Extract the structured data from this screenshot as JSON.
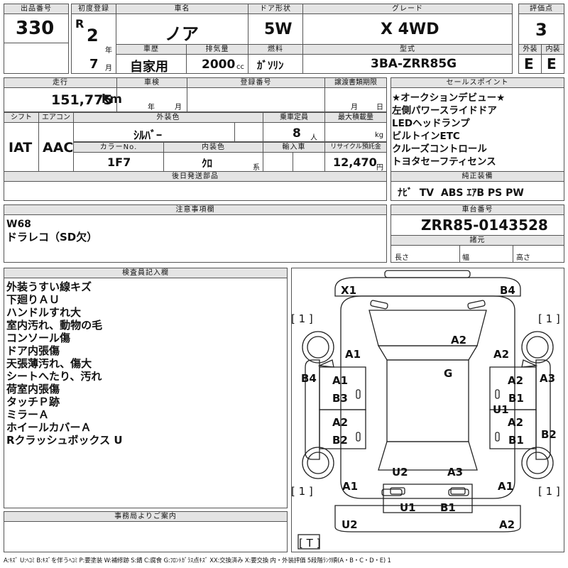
{
  "header": {
    "lot_no_label": "出品番号",
    "lot_no": "330",
    "first_reg_label": "初度登録",
    "era": "R",
    "year": "2",
    "year_unit": "年",
    "month": "7",
    "month_unit": "月",
    "car_name_label": "車名",
    "car_name": "ノア",
    "door_label": "ドア形状",
    "door": "5W",
    "grade_label": "グレード",
    "grade": "X 4WD",
    "score_label": "評価点",
    "score": "3",
    "history_label": "車歴",
    "history": "自家用",
    "displacement_label": "排気量",
    "displacement": "2000",
    "displacement_unit": "cc",
    "fuel_label": "燃料",
    "fuel": "ｶﾞｿﾘﾝ",
    "model_label": "型式",
    "model": "3BA-ZRR85G",
    "exterior_label": "外装",
    "exterior": "E",
    "interior_label": "内装",
    "interior": "E"
  },
  "row2": {
    "mileage_label": "走行",
    "mileage": "151,775",
    "mileage_unit": "km",
    "inspection_label": "車検",
    "insp_year_unit": "年",
    "insp_month_unit": "月",
    "reg_no_label": "登録番号",
    "transfer_label": "譲渡書類期限",
    "transfer_month_unit": "月",
    "transfer_day_unit": "日",
    "shift_label": "シフト",
    "shift": "IAT",
    "ac_label": "エアコン",
    "ac": "AAC",
    "ext_color_label": "外装色",
    "ext_color": "ｼﾙﾊﾞｰ",
    "capacity_label": "乗車定員",
    "capacity": "8",
    "capacity_unit": "人",
    "max_load_label": "最大積載量",
    "max_load_unit": "kg",
    "color_no_label": "カラーNo.",
    "color_no": "1F7",
    "int_color_label": "内装色",
    "int_color": "ｸﾛ",
    "int_color_unit": "系",
    "import_label": "輸入車",
    "recycle_label": "リサイクル預託金",
    "recycle": "12,470",
    "recycle_unit": "円",
    "later_parts_label": "後日発送部品"
  },
  "selling_points": {
    "label": "セールスポイント",
    "lines": [
      "★オークションデビュー★",
      "左側パワースライドドア",
      "LEDヘッドランプ",
      "ビルトインETC",
      "クルーズコントロール",
      "トヨタセーフティセンス"
    ],
    "equip_label": "純正装備",
    "equipment": "ﾅﾋﾞ  TV  ABS ｴｱB PS PW"
  },
  "notes": {
    "label": "注意事項欄",
    "lines": [
      "W68",
      "ドラレコ（SD欠）"
    ]
  },
  "chassis": {
    "label": "車台番号",
    "value": "ZRR85-0143528",
    "specs_label": "諸元",
    "length_label": "長さ",
    "width_label": "幅",
    "height_label": "高さ"
  },
  "inspector": {
    "label": "検査員記入欄",
    "lines": [
      "外装うすい線キズ",
      "下廻りＡＵ",
      "ハンドルすれ大",
      "室内汚れ、動物の毛",
      "コンソール傷",
      "ドア内張傷",
      "天張薄汚れ、傷大",
      "シートへたり、汚れ",
      "荷室内張傷",
      "タッチＰ跡",
      "ミラーＡ",
      "ホイールカバーＡ",
      "Rクラッシュボックス U"
    ]
  },
  "office": {
    "label": "事務局よりご案内"
  },
  "diagram_marks": {
    "x1": "X1",
    "b4_top": "B4",
    "tire_fl": "[ 1 ]",
    "tire_fr": "[ 1 ]",
    "a1_fl": "A1",
    "a2_hood": "A2",
    "a2_fr": "A2",
    "b4_left": "B4",
    "a3_right": "A3",
    "a1_ld": "A1",
    "b3_ld": "B3",
    "g": "G",
    "a2_rd": "A2",
    "b1_rd": "B1",
    "u1": "U1",
    "a2_ld2": "A2",
    "b2_ld2": "B2",
    "a2_rd2": "A2",
    "b1_rd2": "B1",
    "b2_right": "B2",
    "u2_roof": "U2",
    "a3_roof": "A3",
    "a1_rl": "A1",
    "a1_rr": "A1",
    "tire_rl": "[ 1 ]",
    "tire_rr": "[ 1 ]",
    "u1_rear": "U1",
    "b1_rear": "B1",
    "u2_rear": "U2",
    "a2_rear": "A2",
    "t_tire": "[ T ]"
  },
  "legend": "A:ｷｽﾞ U:ﾍｺﾐ B:ｷｽﾞを伴うﾍｺﾐ P:要塗装 W:補修跡 S:錆 C:腐食 G:ﾌﾛﾝﾄｶﾞﾗｽ点ｷｽﾞ XX:交換済み X:要交換  内・外装評価  5段階ﾗﾝｸ順(A・B・C・D・E) 1"
}
